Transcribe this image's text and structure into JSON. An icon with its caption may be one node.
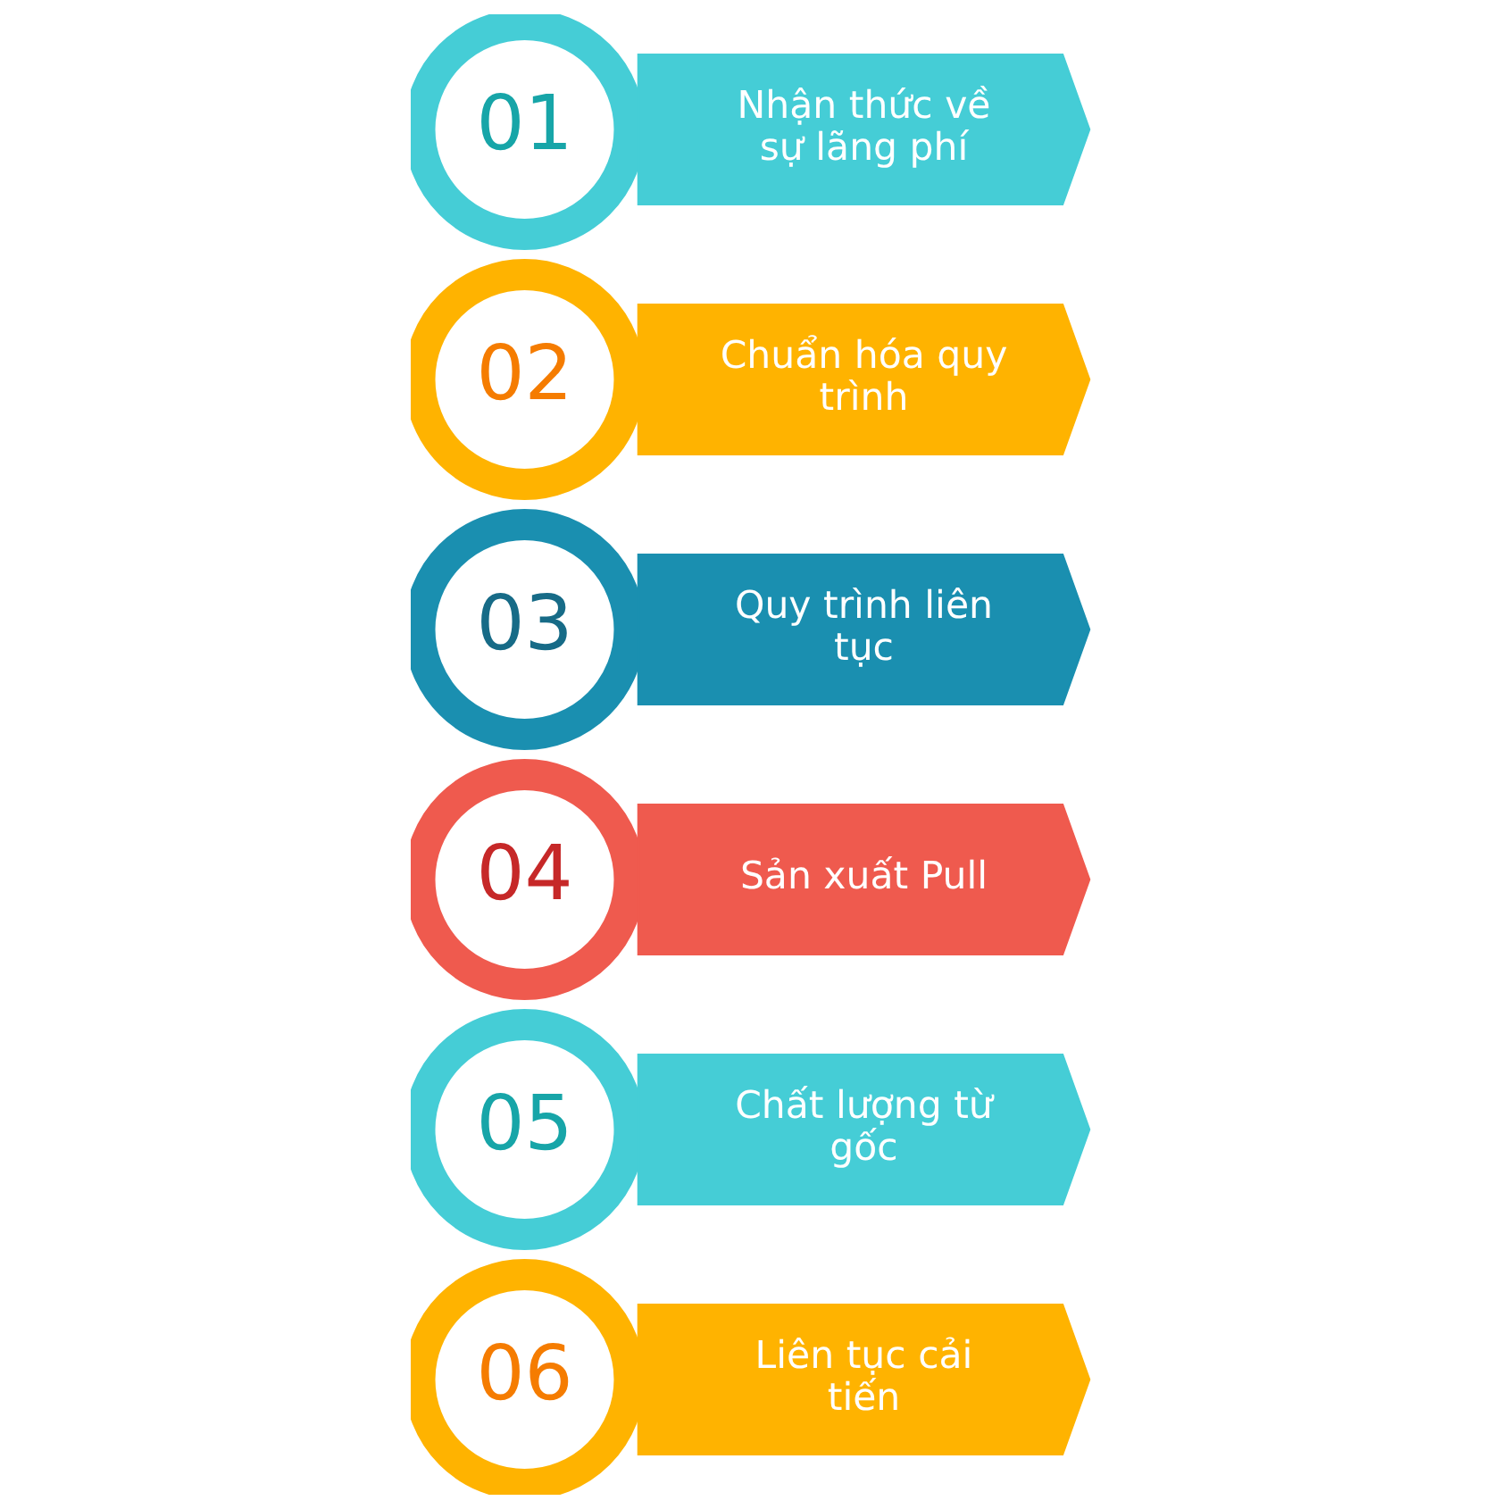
{
  "diagram": {
    "nodes": [
      {
        "text": [
          "01"
        ]
      },
      {
        "text": [
          "Nhận thức về sự lãng phí"
        ]
      },
      {
        "text": [
          "02"
        ]
      },
      {
        "text": [
          "Chuẩn hóa quy trình"
        ]
      },
      {
        "text": [
          "03"
        ]
      },
      {
        "text": [
          "Quy trình liên tục"
        ]
      },
      {
        "text": [
          "04"
        ]
      },
      {
        "text": [
          "Sản xuất Pull"
        ]
      },
      {
        "text": [
          "05"
        ]
      },
      {
        "text": [
          "Chất lượng từ gốc"
        ]
      },
      {
        "text": [
          "06"
        ]
      },
      {
        "text": [
          "Liên tục cải tiến"
        ]
      }
    ],
    "edges": []
  }
}
